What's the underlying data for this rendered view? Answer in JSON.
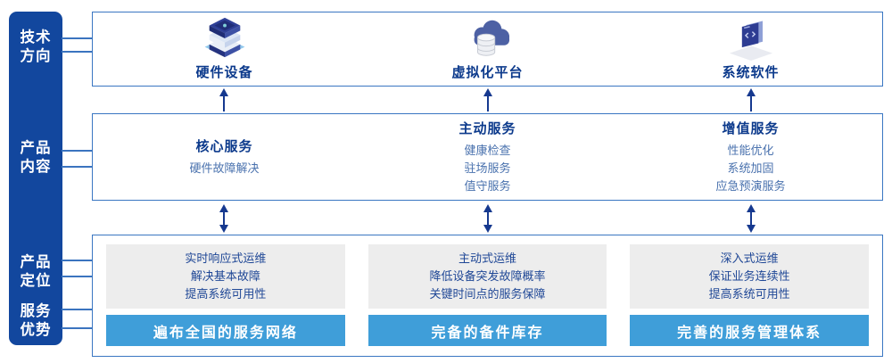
{
  "colors": {
    "sidebar_bg": "#12479E",
    "box_border": "#3A76C2",
    "connector": "#3B74BF",
    "title_text": "#0C3A8C",
    "item_text": "#4A72AE",
    "panel_bg": "#EDEDED",
    "panel_text": "#1F4796",
    "banner_bg": "#3F9ED9",
    "banner_text": "#FFFFFF",
    "arrow": "#16398F"
  },
  "sidebar": {
    "items": [
      {
        "label": "技术\n方向"
      },
      {
        "label": "产品\n内容"
      },
      {
        "label": "产品\n定位"
      },
      {
        "label": "服务\n优势"
      }
    ]
  },
  "tech_row": {
    "items": [
      {
        "icon": "server-stack-icon",
        "label": "硬件设备"
      },
      {
        "icon": "cloud-database-icon",
        "label": "虚拟化平台"
      },
      {
        "icon": "code-window-icon",
        "label": "系统软件"
      }
    ]
  },
  "services_row": {
    "columns": [
      {
        "title": "核心服务",
        "items": [
          "硬件故障解决"
        ]
      },
      {
        "title": "主动服务",
        "items": [
          "健康检查",
          "驻场服务",
          "值守服务"
        ]
      },
      {
        "title": "增值服务",
        "items": [
          "性能优化",
          "系统加固",
          "应急预演服务"
        ]
      }
    ]
  },
  "bottom_row": {
    "columns": [
      {
        "lines": [
          "实时响应式运维",
          "解决基本故障",
          "提高系统可用性"
        ],
        "banner": "遍布全国的服务网络"
      },
      {
        "lines": [
          "主动式运维",
          "降低设备突发故障概率",
          "关键时间点的服务保障"
        ],
        "banner": "完备的备件库存"
      },
      {
        "lines": [
          "深入式运维",
          "保证业务连续性",
          "提高系统可用性"
        ],
        "banner": "完善的服务管理体系"
      }
    ]
  }
}
